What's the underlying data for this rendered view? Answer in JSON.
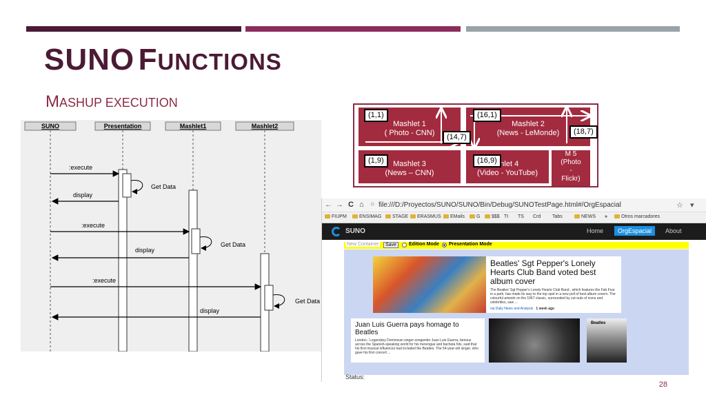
{
  "slide": {
    "title_initial_1": "SUNO",
    "title_initial_2": "F",
    "title_rest_2": "UNCTIONS",
    "subtitle_initial": "M",
    "subtitle_rest": "ASHUP EXECUTION",
    "page_number": "28",
    "colors": {
      "bar1": "#4b1a34",
      "bar2": "#8c2c5c",
      "bar3": "#9aa3a8",
      "title": "#4b1a34",
      "accent": "#a32b3f"
    }
  },
  "sequence_diagram": {
    "lifelines": [
      "SUNO",
      "Presentation",
      "Mashlet1",
      "Mashlet2"
    ],
    "messages": [
      ":execute",
      "display",
      ":execute",
      "display",
      ":execute",
      "display"
    ],
    "self_calls": [
      "Get Data",
      "Get Data",
      "Get Data"
    ]
  },
  "mashlet_layout": {
    "mashlets": [
      {
        "line1": "Mashlet 1",
        "line2": "( Photo - CNN)"
      },
      {
        "line1": "Mashlet 2",
        "line2": "(News - LeMonde)"
      },
      {
        "line1": "Mashlet 3",
        "line2": "(News – CNN)"
      },
      {
        "line1": "shlet 4",
        "line2": "(Video - YouTube)"
      },
      {
        "line1": "M 5",
        "line2": "(Photo",
        "line3": "-",
        "line4": "Flickr)"
      }
    ],
    "coords": [
      "(1,1)",
      "(16,1)",
      "(14,7)",
      "(18,7)",
      "(1,9)",
      "(16,9)"
    ]
  },
  "browser": {
    "url": "file:///D:/Proyectos/SUNO/SUNO/Bin/Debug/SUNOTestPage.html#/OrgEspacial",
    "bookmarks": [
      "FIUPM",
      "ENSIMAG",
      "STAGE",
      "ERASMUS",
      "EMails",
      "G",
      "$$$",
      "TI",
      "TS",
      "Crd",
      "Tabs",
      "NEWS",
      "»",
      "Otros marcadores"
    ],
    "brand": "SUNO",
    "nav": [
      "Home",
      "OrgEspacial",
      "About"
    ],
    "toolbar": {
      "new_container": "New Container",
      "save": "Save",
      "edition_mode": "Edition Mode",
      "presentation_mode": "Presentation Mode"
    },
    "articles": [
      {
        "headline": "Beatles' Sgt Pepper's Lonely Hearts Club Band voted best album cover",
        "body": "The Beatles' Sgt Pepper's Lonely Hearts Club Band , which features the Fab Four in a park, has made its way to the top spot in a new poll of best album covers. The colourful artwork on the 1967 classic, surrounded by cut-outs of icons and celebrities, saw ...",
        "source": "via Daily News and Analysis",
        "time": "1 week ago"
      },
      {
        "headline": "Juan Luis Guerra pays homage to Beatles",
        "body": "London.- Legendary Dominican singer-songwriter Juan Luis Guerra, famous across the Spanish-speaking world for his merengue and bachata hits, said that his first musical influences had included the Beatles. The 54-year-old singer, who gave his first concert ..."
      }
    ],
    "photo_caption": "Beatles",
    "status": "Status:"
  }
}
